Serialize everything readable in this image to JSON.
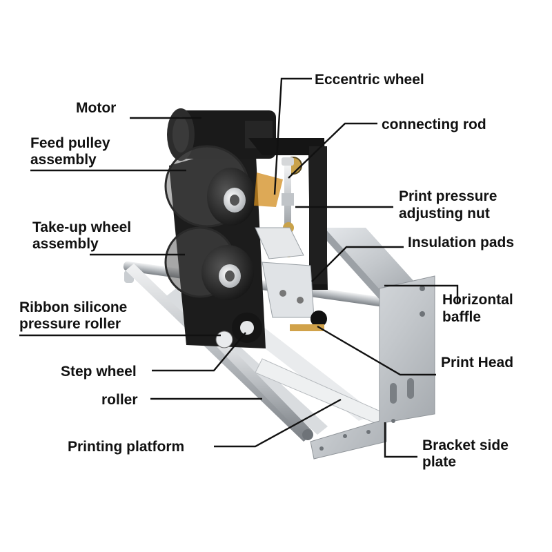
{
  "labels": {
    "motor": "Motor",
    "feed_pulley_1": "Feed pulley",
    "feed_pulley_2": "assembly",
    "takeup_1": "Take-up wheel",
    "takeup_2": "assembly",
    "ribbon_1": "Ribbon silicone",
    "ribbon_2": "pressure roller",
    "step_wheel": "Step wheel",
    "roller": "roller",
    "printing_platform": "Printing platform",
    "eccentric_wheel": "Eccentric wheel",
    "connecting_rod": "connecting rod",
    "print_pressure_1": "Print pressure",
    "print_pressure_2": "adjusting nut",
    "insulation_pads": "Insulation pads",
    "horizontal_1": "Horizontal",
    "horizontal_2": "baffle",
    "print_head": "Print Head",
    "bracket_1": "Bracket side",
    "bracket_2": "plate"
  },
  "colors": {
    "leader": "#111111",
    "frame_black": "#1a1a1a",
    "aluminum": "#c8ccd0",
    "background": "#ffffff"
  }
}
